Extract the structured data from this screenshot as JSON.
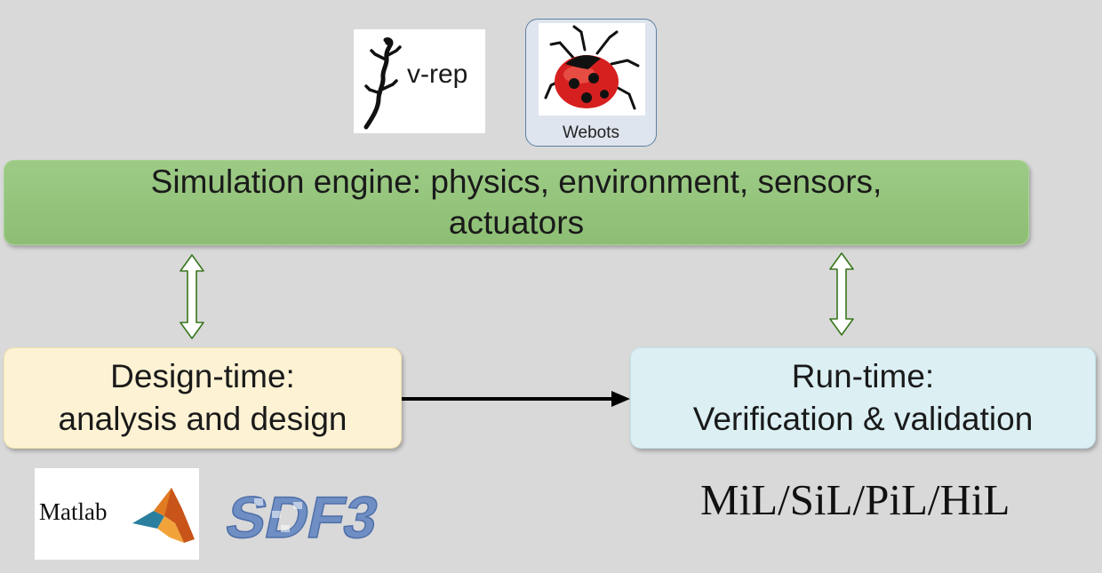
{
  "logos": {
    "vrep_text": "v-rep",
    "webots_label": "Webots",
    "matlab_text": "Matlab",
    "sdf3_text": "SDF3"
  },
  "engine": {
    "line1": "Simulation engine: physics, environment, sensors,",
    "line2": "actuators"
  },
  "design": {
    "line1": "Design-time:",
    "line2": "analysis and design"
  },
  "runtime": {
    "line1": "Run-time:",
    "line2": "Verification & validation"
  },
  "footer_label": "MiL/SiL/PiL/HiL",
  "colors": {
    "engine": "#93c47d",
    "design": "#fdf3d4",
    "runtime": "#dcf0f4",
    "arrow_outline": "#38761d"
  }
}
